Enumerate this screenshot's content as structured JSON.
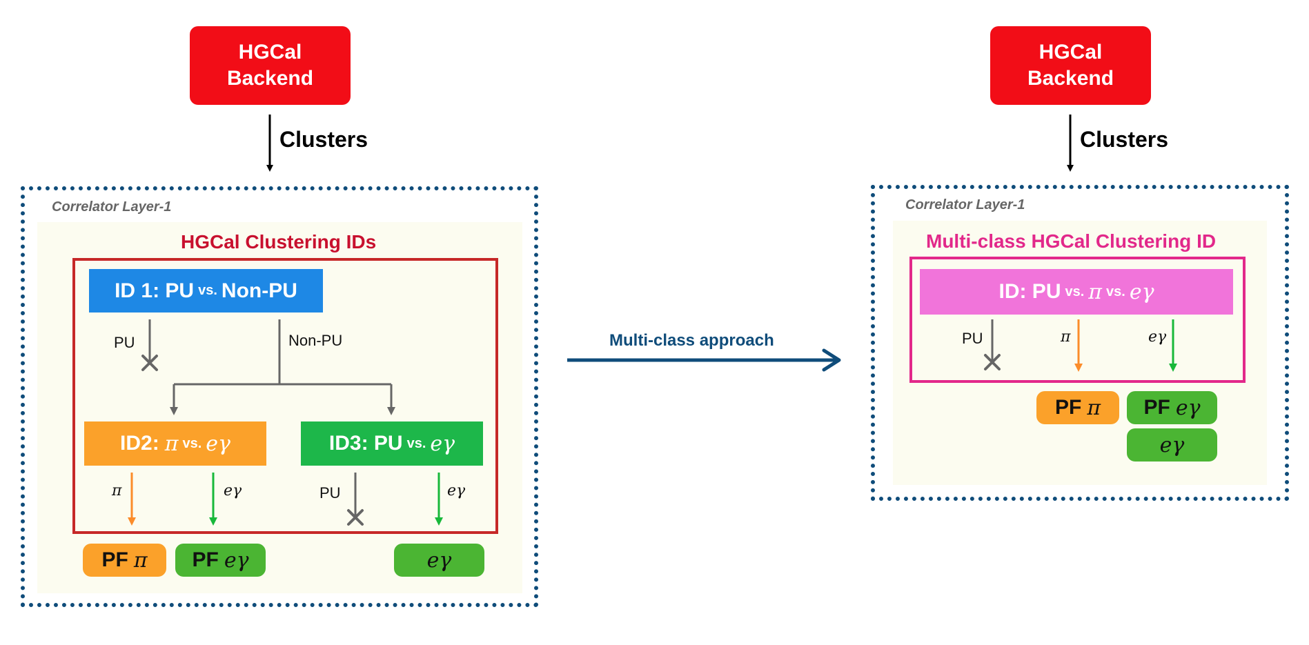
{
  "colors": {
    "backend_red": "#f20d17",
    "dotted_border": "#0f4c7a",
    "cream": "#fcfcf0",
    "ids_title_red": "#c8102e",
    "frame_red": "#c62828",
    "id1_blue": "#1e88e5",
    "id2_orange": "#fba12a",
    "id3_green": "#1db74a",
    "pill_green": "#4bb533",
    "multi_pink": "#f174da",
    "multi_title": "#e2288a",
    "arrow_gray": "#666666",
    "arrow_orange": "#fb8c2a",
    "arrow_green": "#18b83a",
    "approach_blue": "#0f4c7a"
  },
  "left": {
    "backend": {
      "line1": "HGCal",
      "line2": "Backend"
    },
    "clusters_label": "Clusters",
    "correlator_label": "Correlator Layer-1",
    "ids_title": "HGCal Clustering IDs",
    "id1": {
      "prefix": "ID 1: PU",
      "vs": "vs.",
      "suffix": "Non-PU"
    },
    "id2": {
      "prefix": "ID2:",
      "pi": "π",
      "vs": "vs.",
      "eg": "eγ"
    },
    "id3": {
      "prefix": "ID3: PU",
      "vs": "vs.",
      "eg": "eγ"
    },
    "labels": {
      "pu_top": "PU",
      "non_pu": "Non-PU",
      "pi": "π",
      "eg_id2": "eγ",
      "pu_id3": "PU",
      "eg_id3": "eγ"
    },
    "outputs": {
      "pf_pi": {
        "prefix": "PF",
        "sym": "π"
      },
      "pf_eg": {
        "prefix": "PF",
        "sym": "eγ"
      },
      "eg": "eγ"
    }
  },
  "middle": {
    "approach_label": "Multi-class approach"
  },
  "right": {
    "backend": {
      "line1": "HGCal",
      "line2": "Backend"
    },
    "clusters_label": "Clusters",
    "correlator_label": "Correlator Layer-1",
    "multi_title": "Multi-class HGCal Clustering ID",
    "id": {
      "prefix": "ID: PU",
      "vs1": "vs.",
      "pi": "π",
      "vs2": "vs.",
      "eg": "eγ"
    },
    "labels": {
      "pu": "PU",
      "pi": "π",
      "eg": "eγ"
    },
    "outputs": {
      "pf_pi": {
        "prefix": "PF",
        "sym": "π"
      },
      "pf_eg": {
        "prefix": "PF",
        "sym": "eγ"
      },
      "eg": "eγ"
    }
  }
}
